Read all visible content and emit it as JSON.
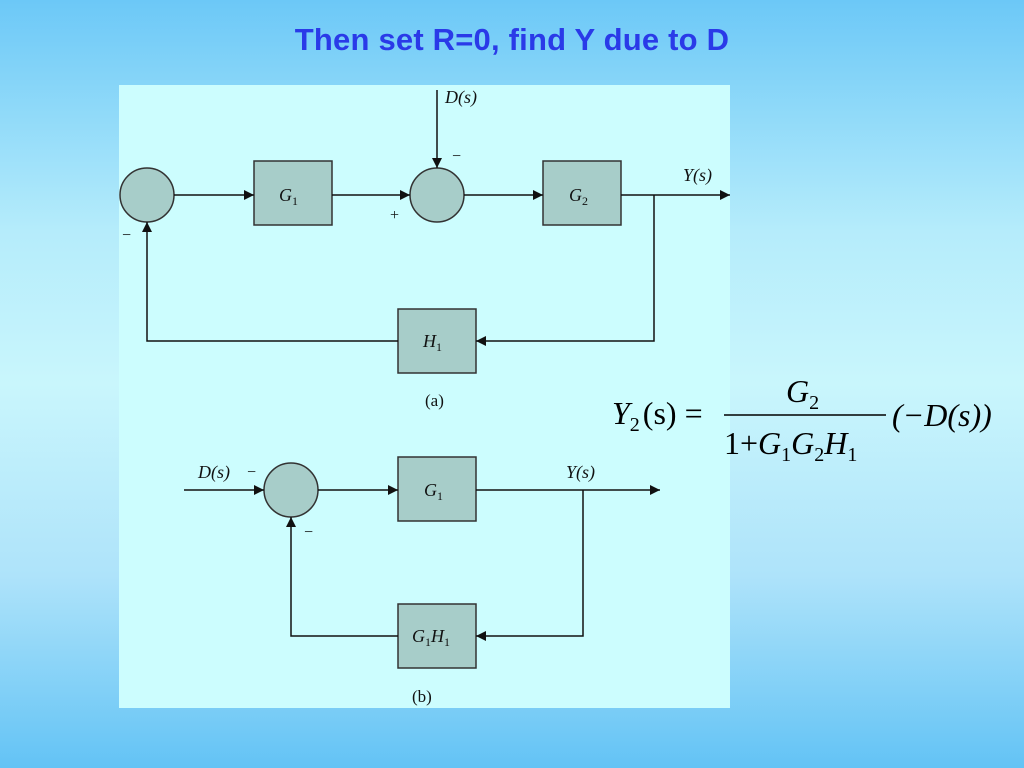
{
  "title": "Then set R=0, find Y due to D",
  "diagram_a": {
    "caption": "(a)",
    "input_label": "D(s)",
    "output_label": "Y(s)",
    "block_g1": "G",
    "block_g1_sub": "1",
    "block_g2": "G",
    "block_g2_sub": "2",
    "block_h1": "H",
    "block_h1_sub": "1",
    "sign_d": "−",
    "sign_plus": "+",
    "sign_feedback": "−"
  },
  "diagram_b": {
    "caption": "(b)",
    "input_label": "D(s)",
    "output_label": "Y(s)",
    "block_g1": "G",
    "block_g1_sub": "1",
    "block_fb": "G",
    "block_fb_sub": "1",
    "block_fb_b": "H",
    "block_fb_b_sub": "1",
    "sign_d": "−",
    "sign_feedback": "−"
  },
  "formula": {
    "lhs": "Y",
    "lhs_sub": "2",
    "lhs_arg": "(s) =",
    "numerator": "G",
    "numerator_sub": "2",
    "denominator_one": "1+",
    "den_g1": "G",
    "den_g1_sub": "1",
    "den_g2": "G",
    "den_g2_sub": "2",
    "den_h1": "H",
    "den_h1_sub": "1",
    "factor": "(−D(s))"
  },
  "colors": {
    "title": "#2a3ae8",
    "panel": "#ccfdfe",
    "block_fill": "#a7cdc9"
  }
}
